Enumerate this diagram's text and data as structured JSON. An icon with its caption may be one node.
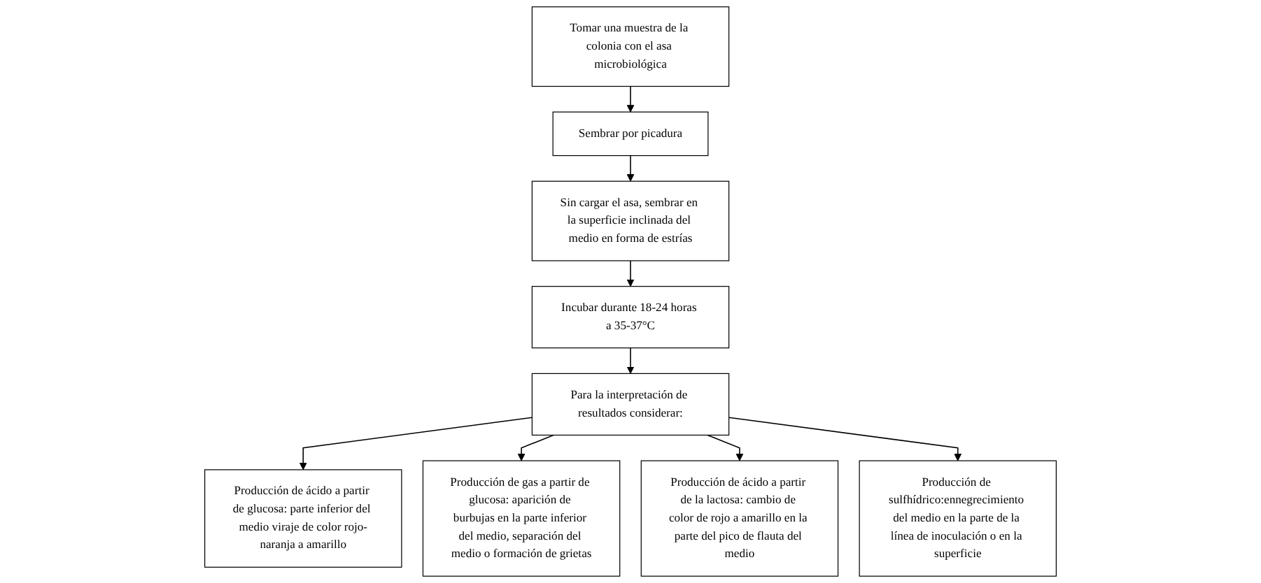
{
  "diagram": {
    "nodes": [
      {
        "text": [
          "Tomar una muestra de la colonia con el asa microbiológica"
        ]
      },
      {
        "text": [
          "Sembrar por picadura"
        ]
      },
      {
        "text": [
          "Sin cargar el asa, sembrar en la superficie inclinada del medio en forma de estrías"
        ]
      },
      {
        "text": [
          "Incubar durante 18-24 horas a 35-37°C"
        ]
      },
      {
        "text": [
          "Para la interpretación de resultados considerar:"
        ]
      },
      {
        "text": [
          "Producción de ácido a partir de glucosa: parte inferior del medio viraje de color rojo-naranja a amarillo"
        ]
      },
      {
        "text": [
          "Producción de gas a partir de glucosa: aparición de burbujas en la parte inferior del medio, separación del medio o formación de grietas"
        ]
      },
      {
        "text": [
          "Producción de ácido a partir de la lactosa: cambio de color de rojo a amarillo en la parte del pico de flauta del medio"
        ]
      },
      {
        "text": [
          "Producción de sulfhídrico:ennegrecimiento del medio en la parte de la línea de inoculación o en la superficie"
        ]
      }
    ],
    "edges": [
      {
        "from": 0,
        "to": 1,
        "arrow": "to"
      },
      {
        "from": 1,
        "to": 2,
        "arrow": "to"
      },
      {
        "from": 2,
        "to": 3,
        "arrow": "to"
      },
      {
        "from": 3,
        "to": 4,
        "arrow": "to"
      },
      {
        "from": 4,
        "to": 5,
        "arrow": "to"
      },
      {
        "from": 4,
        "to": 6,
        "arrow": "to"
      },
      {
        "from": 4,
        "to": 7,
        "arrow": "to"
      },
      {
        "from": 4,
        "to": 8,
        "arrow": "to"
      }
    ]
  }
}
